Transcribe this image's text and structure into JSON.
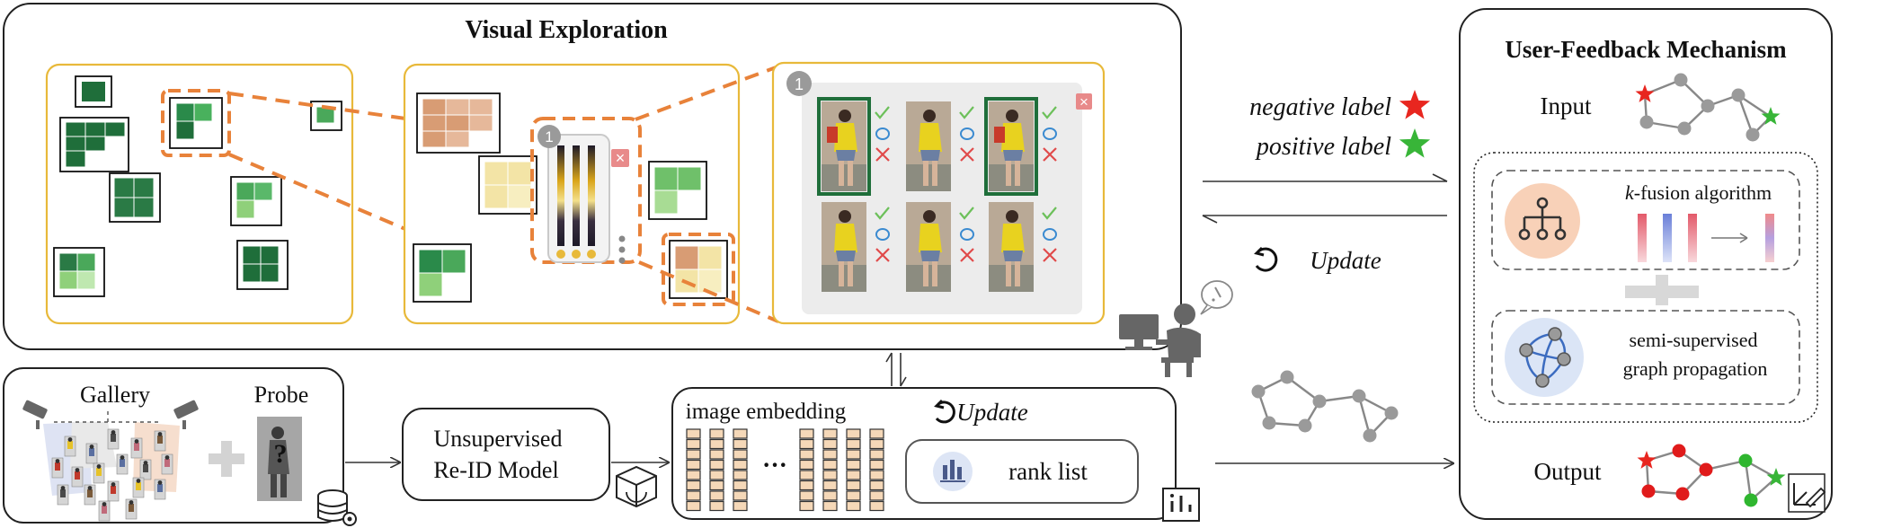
{
  "visual_exploration": {
    "title": "Visual Exploration",
    "badge_inner": "1",
    "badge_panel": "1",
    "close_glyph": "×"
  },
  "user_feedback": {
    "title": "User-Feedback Mechanism",
    "input_label": "Input",
    "output_label": "Output",
    "k_italic": "k",
    "k_rest": "-fusion algorithm",
    "semi_line1": "semi-supervised",
    "semi_line2": "graph propagation"
  },
  "labels": {
    "negative": "negative label",
    "positive": "positive label",
    "update": "Update"
  },
  "bottom": {
    "gallery": "Gallery",
    "probe": "Probe",
    "probe_mark": "?",
    "model_line1": "Unsupervised",
    "model_line2": "Re-ID Model",
    "image_embedding": "image embedding",
    "ellipsis": "···",
    "update": "Update",
    "rank_list": "rank list"
  },
  "colors": {
    "orange_dashed": "#e8823a",
    "panel_border": "#e8b93a",
    "green_dark": "#1f6e3a",
    "green_light": "#8fd07a",
    "negative_star": "#e8261f",
    "positive_star": "#38b538",
    "node_gray": "#9a9a9a",
    "node_red": "#e01b1b",
    "node_green": "#2fb62f"
  }
}
